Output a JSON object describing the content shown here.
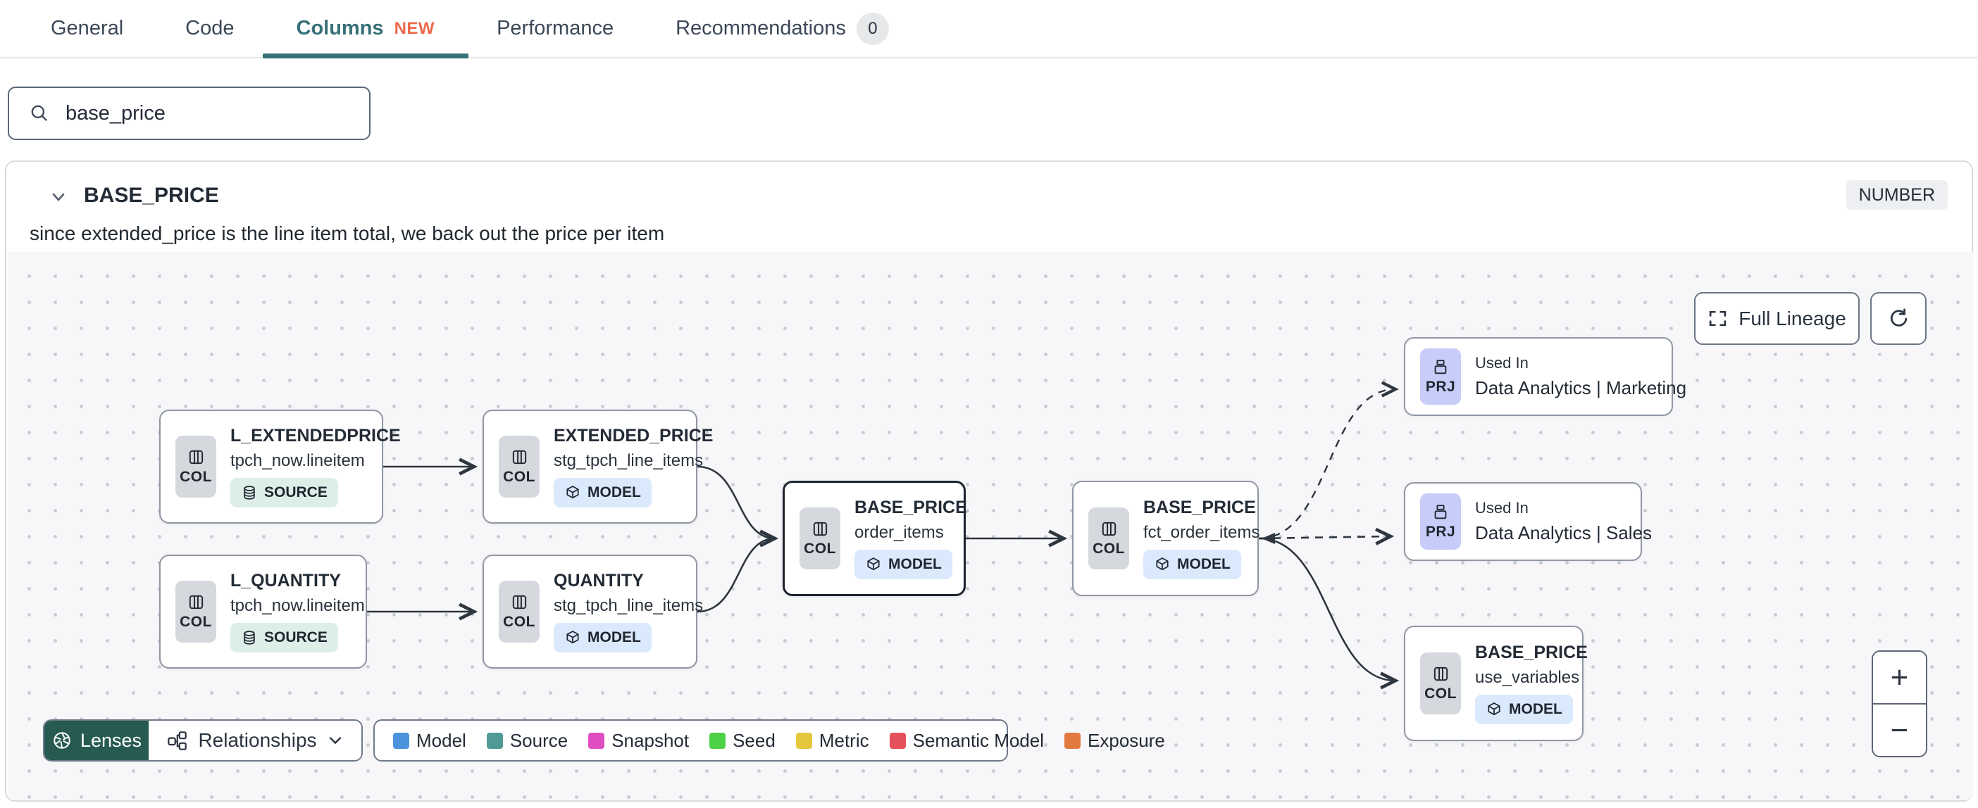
{
  "colors": {
    "accent_teal": "#377079",
    "new_orange": "#ee6a4d",
    "lenses_green": "#275a50"
  },
  "tabs": {
    "items": [
      {
        "label": "General"
      },
      {
        "label": "Code"
      },
      {
        "label": "Columns",
        "badge": "NEW",
        "active": true
      },
      {
        "label": "Performance"
      },
      {
        "label": "Recommendations",
        "count": "0"
      }
    ]
  },
  "search": {
    "value": "base_price"
  },
  "column": {
    "name": "BASE_PRICE",
    "type": "NUMBER",
    "description": "since extended_price is the line item total, we back out the price per item"
  },
  "lineage": {
    "toolbar": {
      "full_lineage": "Full Lineage"
    },
    "nodes": [
      {
        "title": "L_EXTENDEDPRICE",
        "subtitle": "tpch_now.lineitem",
        "kind": "SOURCE",
        "badge": "COL"
      },
      {
        "title": "EXTENDED_PRICE",
        "subtitle": "stg_tpch_line_items",
        "kind": "MODEL",
        "badge": "COL"
      },
      {
        "title": "L_QUANTITY",
        "subtitle": "tpch_now.lineitem",
        "kind": "SOURCE",
        "badge": "COL"
      },
      {
        "title": "QUANTITY",
        "subtitle": "stg_tpch_line_items",
        "kind": "MODEL",
        "badge": "COL"
      },
      {
        "title": "BASE_PRICE",
        "subtitle": "order_items",
        "kind": "MODEL",
        "badge": "COL",
        "selected": true
      },
      {
        "title": "BASE_PRICE",
        "subtitle": "fct_order_items",
        "kind": "MODEL",
        "badge": "COL"
      },
      {
        "label": "Used In",
        "title": "Data Analytics | Marketing",
        "badge": "PRJ"
      },
      {
        "label": "Used In",
        "title": "Data Analytics | Sales",
        "badge": "PRJ"
      },
      {
        "title": "BASE_PRICE",
        "subtitle": "use_variables",
        "kind": "MODEL",
        "badge": "COL"
      }
    ],
    "controls": {
      "lenses": "Lenses",
      "relationships": "Relationships",
      "zoom_in": "+",
      "zoom_out": "−"
    },
    "legend": [
      {
        "label": "Model",
        "color": "#4b93dd"
      },
      {
        "label": "Source",
        "color": "#4f9a95"
      },
      {
        "label": "Snapshot",
        "color": "#de4ec0"
      },
      {
        "label": "Seed",
        "color": "#4cd147"
      },
      {
        "label": "Metric",
        "color": "#e5c73e"
      },
      {
        "label": "Semantic Model",
        "color": "#e4505c"
      },
      {
        "label": "Exposure",
        "color": "#e2793f"
      }
    ]
  }
}
